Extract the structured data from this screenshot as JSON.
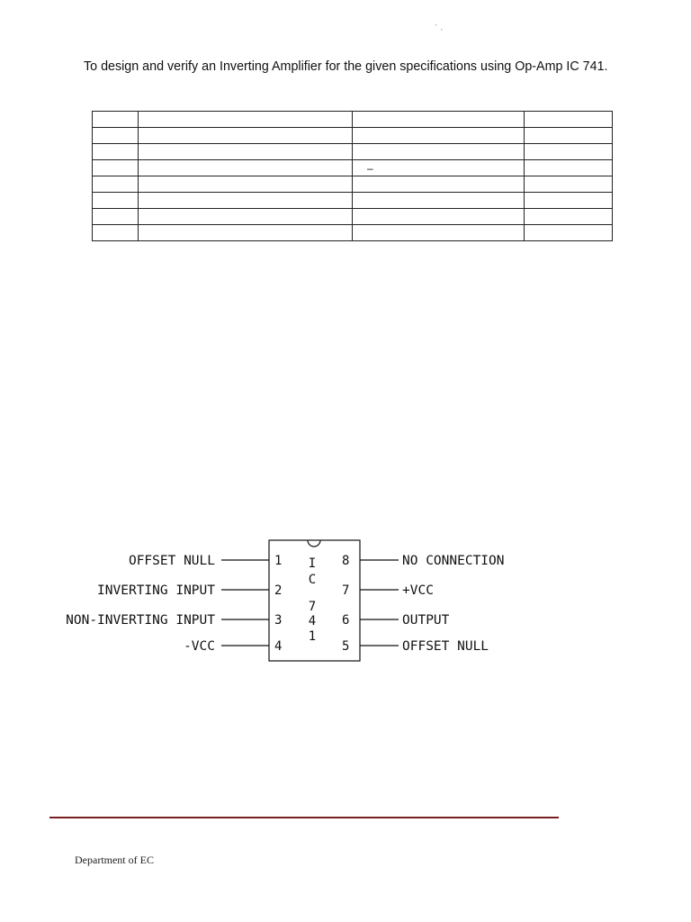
{
  "page_mark": "' ,",
  "aim": "To design and verify an Inverting Amplifier for the given specifications using Op-Amp IC 741.",
  "components_table": {
    "rows": [
      [
        "",
        "",
        "",
        ""
      ],
      [
        "",
        "",
        "",
        ""
      ],
      [
        "",
        "",
        "",
        ""
      ],
      [
        "",
        "",
        "–",
        ""
      ],
      [
        "",
        "",
        "",
        ""
      ],
      [
        "",
        "",
        "",
        ""
      ],
      [
        "",
        "",
        "",
        ""
      ],
      [
        "",
        "",
        "",
        ""
      ]
    ]
  },
  "ic_diagram": {
    "chip_letters": [
      "I",
      "C",
      "7",
      "4",
      "1"
    ],
    "left_pins": [
      {
        "number": "1",
        "label": "OFFSET NULL"
      },
      {
        "number": "2",
        "label": "INVERTING INPUT"
      },
      {
        "number": "3",
        "label": "NON-INVERTING INPUT"
      },
      {
        "number": "4",
        "label": "-VCC"
      }
    ],
    "right_pins": [
      {
        "number": "8",
        "label": "NO CONNECTION"
      },
      {
        "number": "7",
        "label": "+VCC"
      },
      {
        "number": "6",
        "label": "OUTPUT"
      },
      {
        "number": "5",
        "label": "OFFSET NULL"
      }
    ]
  },
  "footer": {
    "department": "Department of EC",
    "rule_color": "#7a1f1f"
  }
}
